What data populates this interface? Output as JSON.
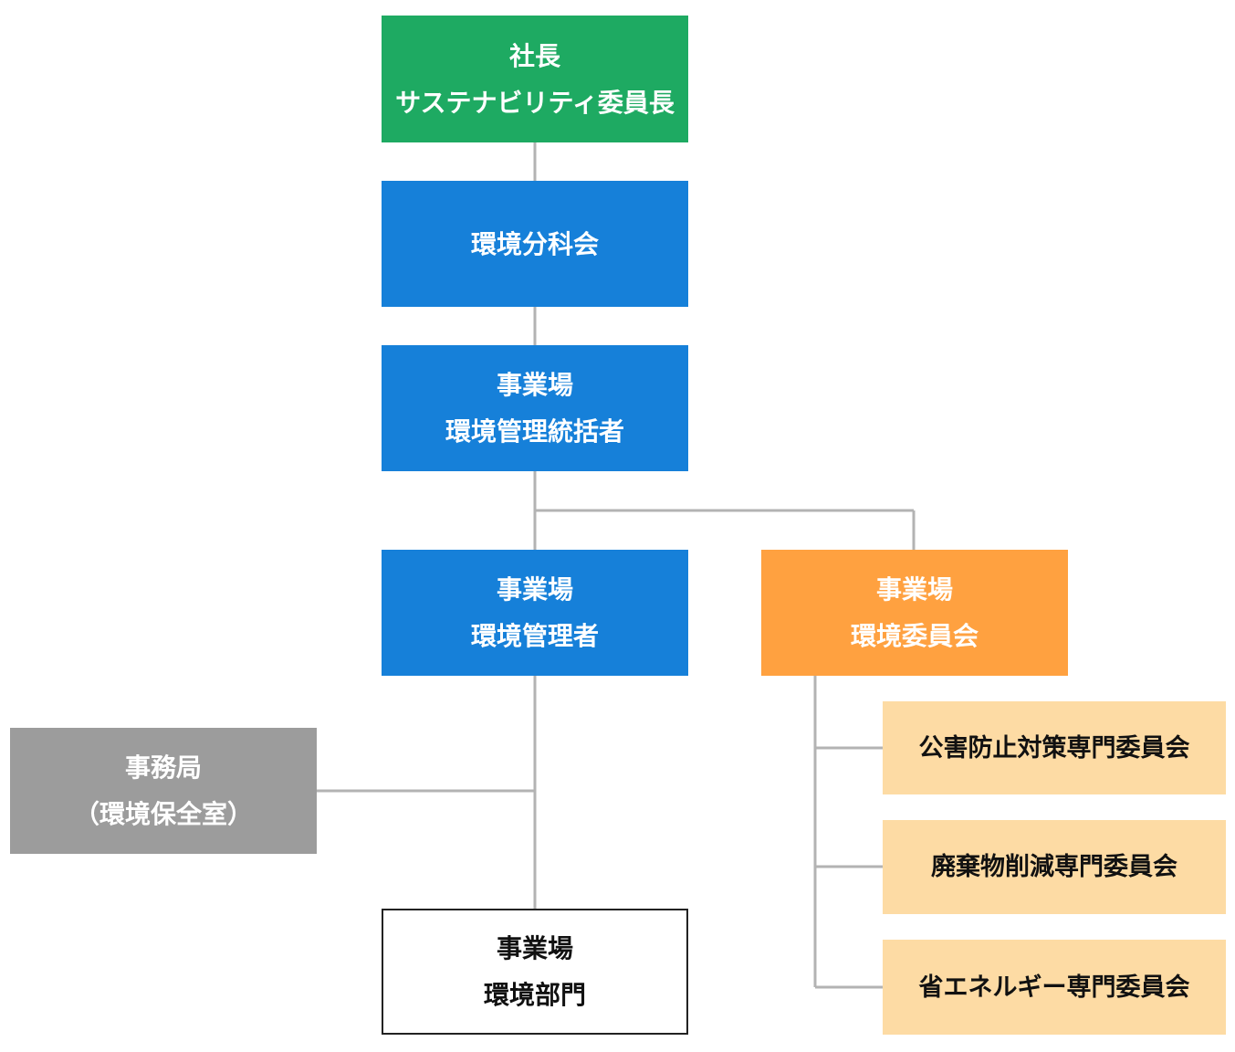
{
  "colors": {
    "president": "#1eaa62",
    "management": "#1680d9",
    "committee": "#ffa140",
    "secretariat": "#9c9c9c",
    "department": "#ffffff",
    "subcommittee": "#fddba4",
    "connector": "#b3b3b3"
  },
  "nodes": {
    "president": {
      "line1": "社長",
      "line2": "サステナビリティ委員長"
    },
    "env_subcommittee": {
      "line1": "環境分科会"
    },
    "site_env_general_manager": {
      "line1": "事業場",
      "line2": "環境管理統括者"
    },
    "site_env_manager": {
      "line1": "事業場",
      "line2": "環境管理者"
    },
    "site_env_committee": {
      "line1": "事業場",
      "line2": "環境委員会"
    },
    "secretariat": {
      "line1": "事務局",
      "line2": "（環境保全室）"
    },
    "site_env_department": {
      "line1": "事業場",
      "line2": "環境部門"
    },
    "pollution_committee": {
      "line1": "公害防止対策専門委員会"
    },
    "waste_committee": {
      "line1": "廃棄物削減専門委員会"
    },
    "energy_committee": {
      "line1": "省エネルギー専門委員会"
    }
  }
}
